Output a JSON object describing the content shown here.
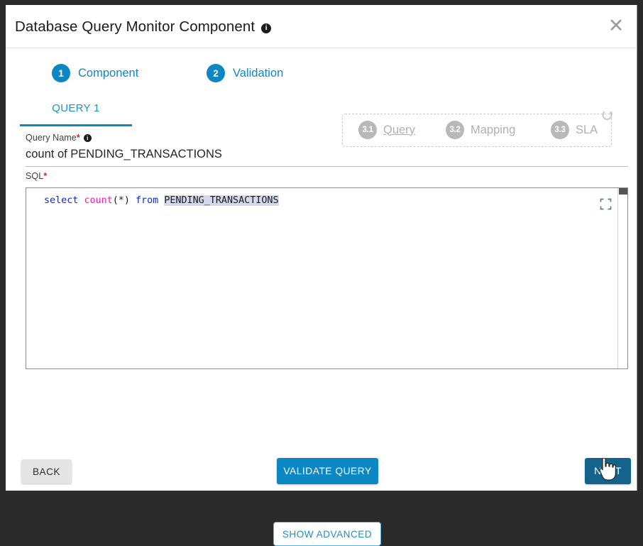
{
  "dialog": {
    "title": "Database Query Monitor Component",
    "title_info_icon": "info-icon",
    "close_icon": "close-icon"
  },
  "stepper": {
    "steps": [
      {
        "number": "1",
        "label": "Component",
        "state": "active"
      },
      {
        "number": "2",
        "label": "Validation",
        "state": "active"
      }
    ],
    "substeps": [
      {
        "number": "3.1",
        "label": "Query",
        "state": "link"
      },
      {
        "number": "3.2",
        "label": "Mapping",
        "state": "muted"
      },
      {
        "number": "3.3",
        "label": "SLA",
        "state": "muted"
      }
    ],
    "reset_icon": "refresh-icon"
  },
  "tabs": [
    {
      "label": "QUERY 1",
      "active": true
    }
  ],
  "form": {
    "query_name": {
      "label": "Query Name",
      "required_marker": "*",
      "info_icon": "info-icon",
      "value": "count of PENDING_TRANSACTIONS",
      "placeholder": "Query Name"
    },
    "sql": {
      "label": "SQL",
      "required_marker": "*",
      "value": "select count(*) from PENDING_TRANSACTIONS",
      "tokens": [
        {
          "text": "select",
          "type": "keyword"
        },
        {
          "text": " ",
          "type": "plain"
        },
        {
          "text": "count",
          "type": "function"
        },
        {
          "text": "(*)",
          "type": "punctuation"
        },
        {
          "text": " ",
          "type": "plain"
        },
        {
          "text": "from",
          "type": "keyword"
        },
        {
          "text": " ",
          "type": "plain"
        },
        {
          "text": "PENDING_TRANSACTIONS",
          "type": "table"
        }
      ],
      "expand_icon": "expand-icon"
    }
  },
  "buttons": {
    "show_advanced": "SHOW ADVANCED",
    "back": "BACK",
    "validate_query": "VALIDATE QUERY",
    "next": "NEXT"
  },
  "colors": {
    "accent_blue": "#0d86c4",
    "next_blue": "#14638c",
    "muted_gray": "#b0b0b0",
    "required_red": "#e02020",
    "sql_keyword": "#0d26e8",
    "sql_function": "#f51bb0",
    "sql_table_highlight": "#d3d9ec"
  },
  "cursor": {
    "type": "pointer-hand-cursor"
  }
}
